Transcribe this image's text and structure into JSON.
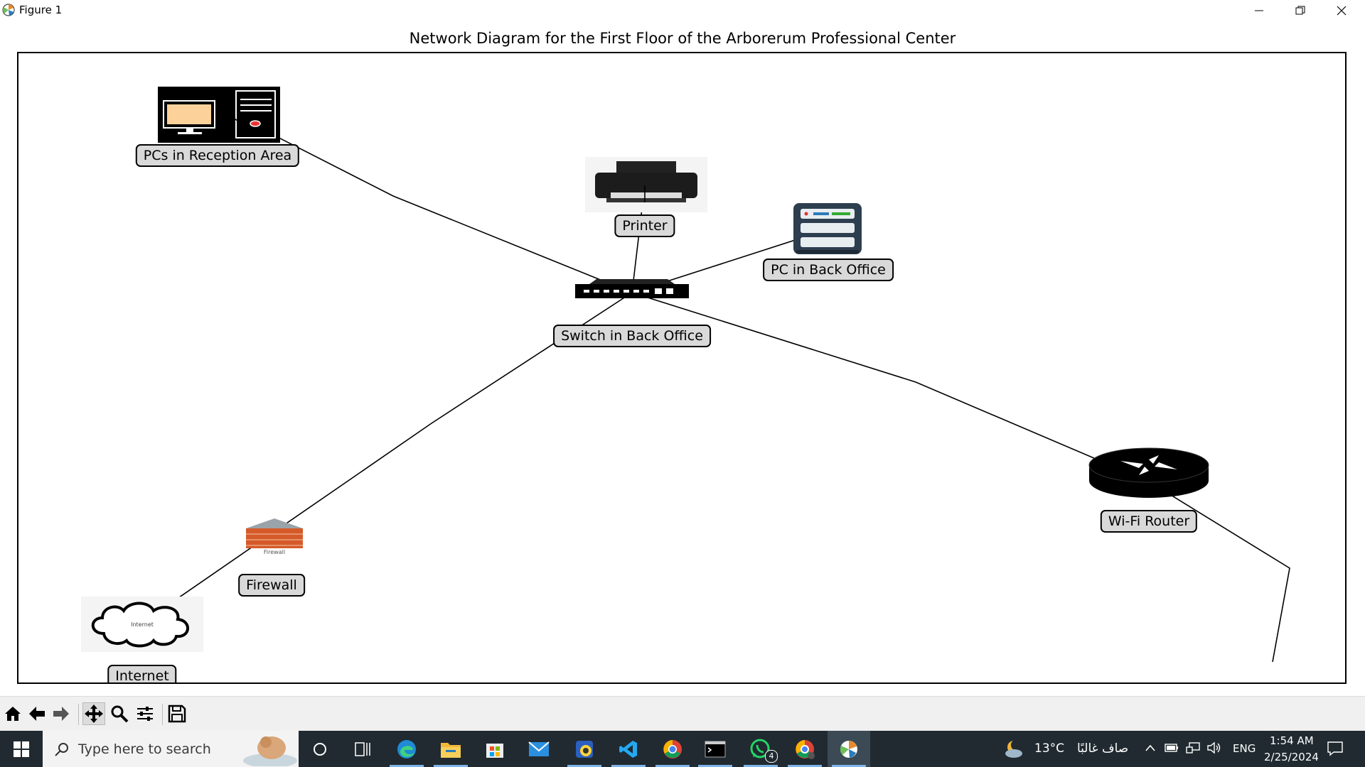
{
  "window": {
    "title": "Figure 1"
  },
  "figure": {
    "title": "Network Diagram for the First Floor of the Arborerum Professional Center",
    "nodes": {
      "pcs_reception": "PCs in Reception Area",
      "printer": "Printer",
      "pc_back_office": "PC in Back Office",
      "switch": "Switch in Back Office",
      "wifi_router": "Wi-Fi Router",
      "firewall": "Firewall",
      "internet": "Internet"
    },
    "icon_text": {
      "firewall": "Firewall",
      "internet": "Internet"
    }
  },
  "toolbar": {
    "buttons": [
      "home-icon",
      "back-arrow-icon",
      "forward-arrow-icon",
      "pan-icon",
      "zoom-icon",
      "configure-subplots-icon",
      "save-icon"
    ]
  },
  "taskbar": {
    "search_placeholder": "Type here to search",
    "whatsapp_badge": "4",
    "weather_temp": "13°C",
    "weather_desc": "صاف غالبًا",
    "language": "ENG",
    "time": "1:54 AM",
    "date": "2/25/2024"
  },
  "colors": {
    "label_bg": "#d9d9d9",
    "taskbar_bg": "#202a30",
    "toolbar_bg": "#f0f0f0"
  }
}
